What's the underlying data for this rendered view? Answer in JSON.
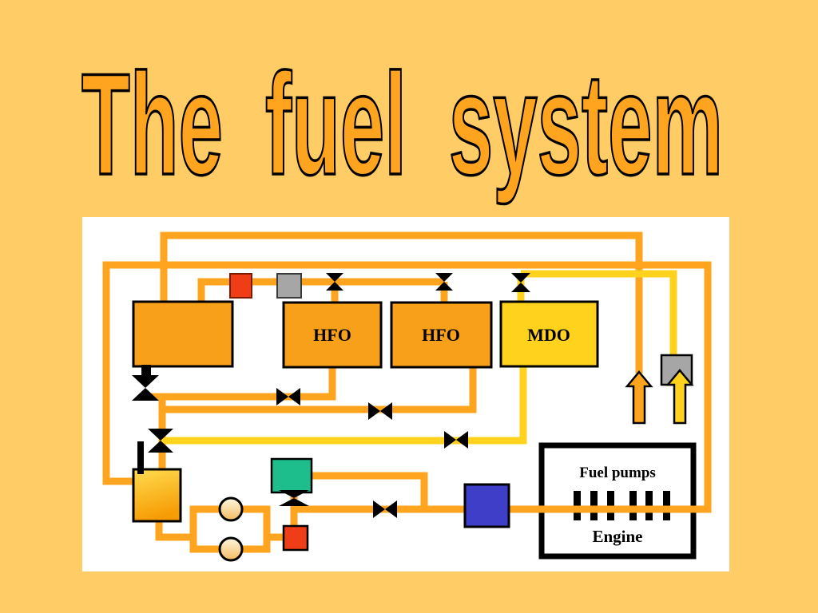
{
  "slide": {
    "title": "The fuel system"
  },
  "diagram": {
    "tank_labels": {
      "hfo1": "HFO",
      "hfo2": "HFO",
      "mdo": "MDO"
    },
    "engine": {
      "label_top": "Fuel pumps",
      "label_bottom": "Engine"
    }
  },
  "palette": {
    "bg": "#FFCC66",
    "titleFill": "#FFA41E",
    "pipeOrange": "#FFA41E",
    "pipeYellow": "#FFD21E",
    "tankOrange": "#F9A01B",
    "mdoYellow": "#FFD21E",
    "redBox": "#EE3D17",
    "grayBox": "#A6A6A6",
    "greenBox": "#1EBE8C",
    "blueBox": "#3E3EC8",
    "panelWhite": "#FFFFFF",
    "gradTankTop": "#FFDC50",
    "gradTankBottom": "#F69C05",
    "pumpTop": "#FFF8E0",
    "pumpBottom": "#F3B95F"
  }
}
